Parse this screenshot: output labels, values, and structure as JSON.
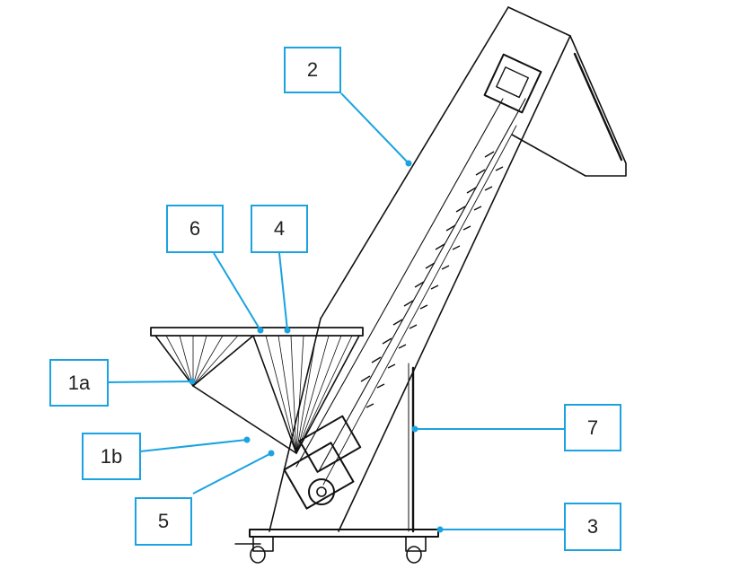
{
  "diagram": {
    "accent_color": "#1aa3e0",
    "line_color": "#111111",
    "callouts": [
      {
        "id": "c2",
        "label": "2"
      },
      {
        "id": "c6",
        "label": "6"
      },
      {
        "id": "c4",
        "label": "4"
      },
      {
        "id": "c1a",
        "label": "1a"
      },
      {
        "id": "c1b",
        "label": "1b"
      },
      {
        "id": "c5",
        "label": "5"
      },
      {
        "id": "c7",
        "label": "7"
      },
      {
        "id": "c3",
        "label": "3"
      }
    ]
  }
}
